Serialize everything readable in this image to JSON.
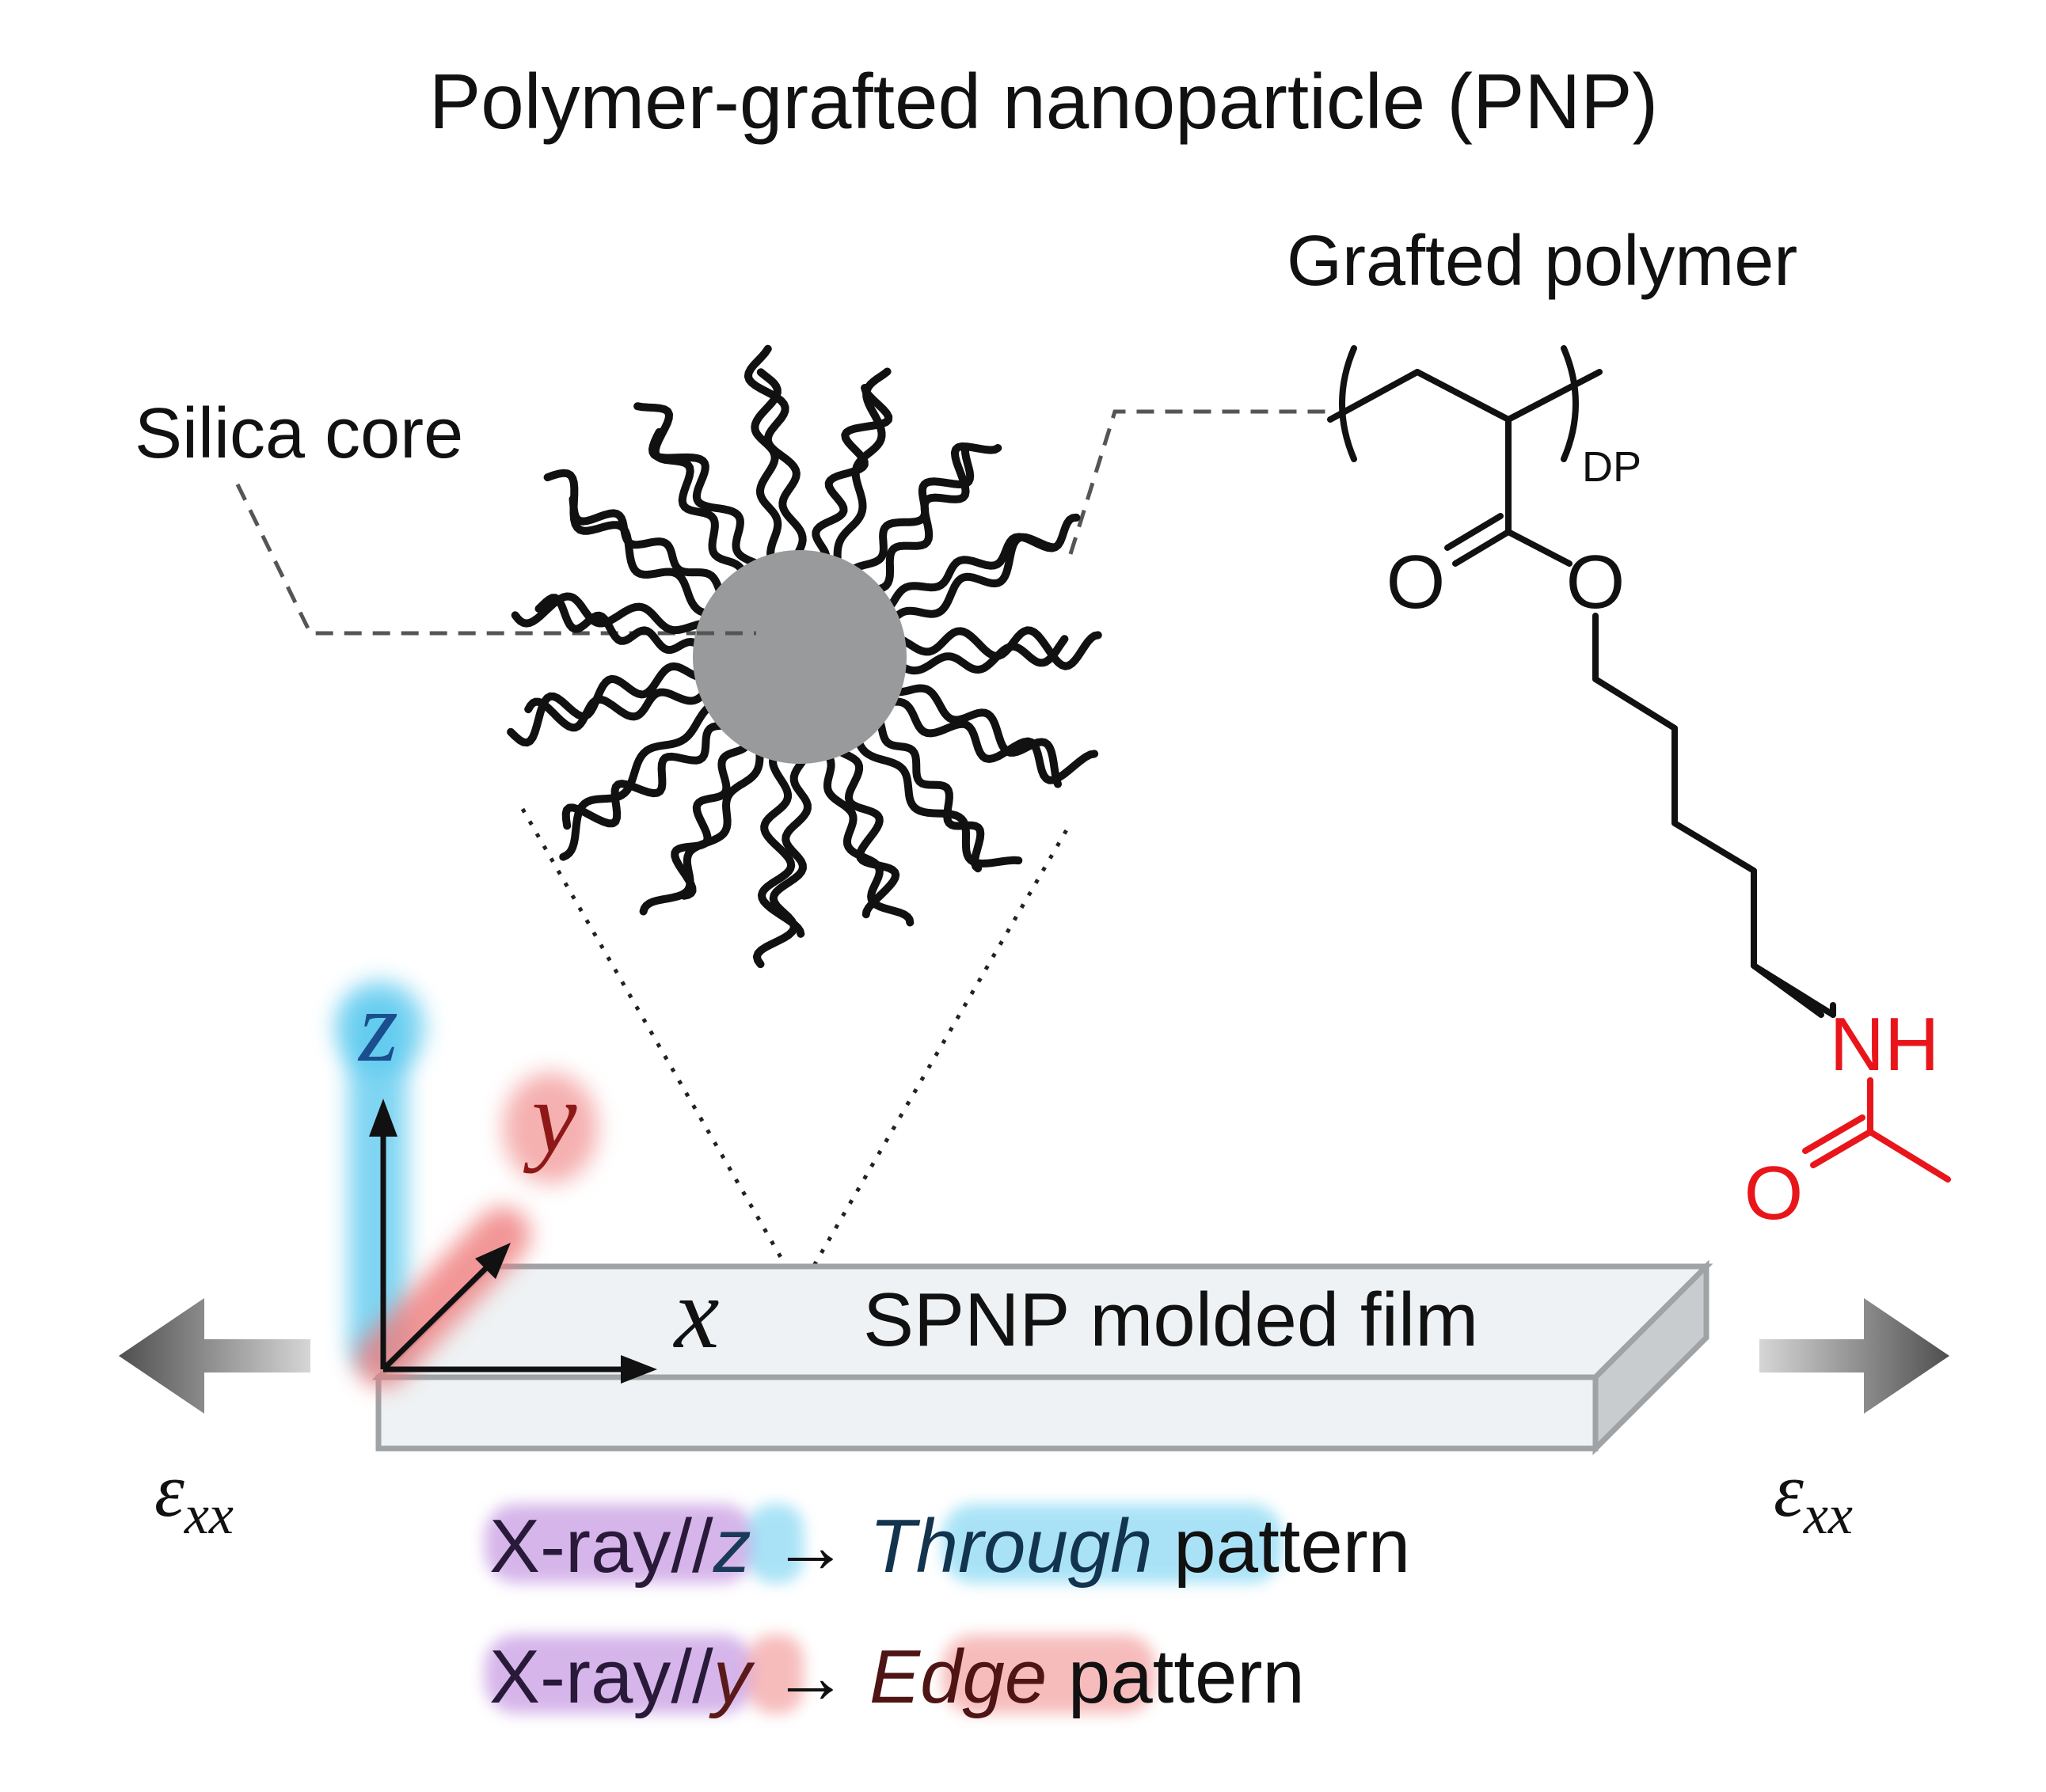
{
  "title": "Polymer-grafted nanoparticle (PNP)",
  "labels": {
    "silica_core": "Silica core",
    "grafted_polymer": "Grafted polymer",
    "dp_subscript": "DP",
    "film": "SPNP molded film"
  },
  "chemistry": {
    "carbonyl_o": "O",
    "ester_o": "O",
    "amide_nh": "NH",
    "amide_o": "O"
  },
  "axes": {
    "z": "z",
    "y": "y",
    "x": "x"
  },
  "strain": {
    "symbol": "ε",
    "subscript": "xx"
  },
  "patterns": [
    {
      "prefix": "X-ray//",
      "axis": "z",
      "arrow": "→",
      "name": "Through",
      "suffix": " pattern"
    },
    {
      "prefix": "X-ray//",
      "axis": "y",
      "arrow": "→",
      "name": "Edge",
      "suffix": " pattern"
    }
  ],
  "colors": {
    "core": "#999a9b",
    "ink": "#111111",
    "amide": "#e8161b",
    "glow_z": "#55c7ee",
    "glow_y": "#ef7c7c",
    "glow_xray": "#b57ad9",
    "film_top": "#eef2f4",
    "film_side": "#c9cccf",
    "arrow_dark": "#4f4f4f",
    "arrow_light": "#cfcfcf"
  },
  "icons": {
    "left_arrow": "strain-arrow-left-icon",
    "right_arrow": "strain-arrow-right-icon"
  }
}
